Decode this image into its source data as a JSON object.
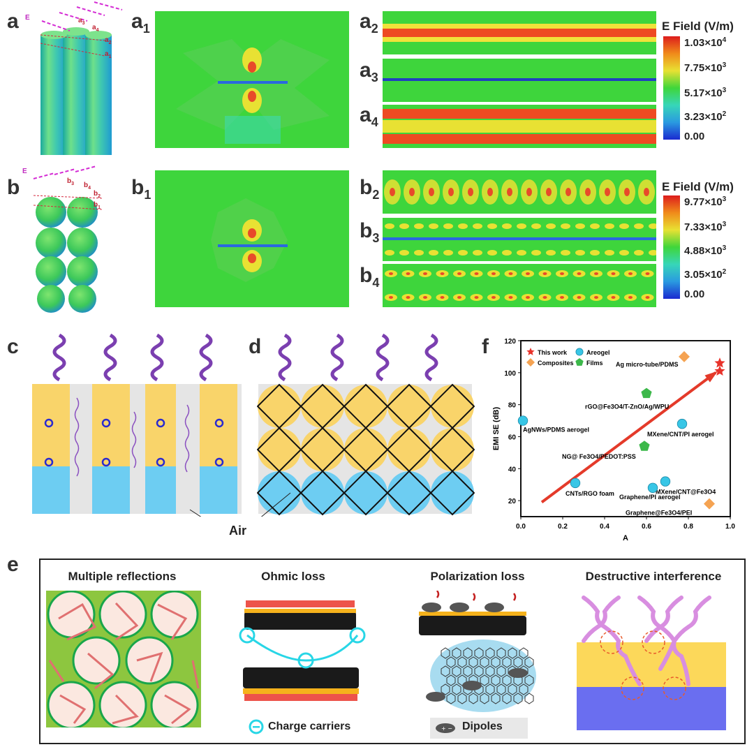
{
  "panels": {
    "a": "a",
    "a1": "a",
    "a2": "a",
    "a3": "a",
    "a4": "a",
    "b": "b",
    "b1": "b",
    "b2": "b",
    "b3": "b",
    "b4": "b",
    "c": "c",
    "d": "d",
    "e": "e",
    "f": "f"
  },
  "panel_subs": {
    "a1": "1",
    "a2": "2",
    "a3": "3",
    "a4": "4",
    "b1": "1",
    "b2": "2",
    "b3": "3",
    "b4": "4"
  },
  "schematic_labels": {
    "a_E": "E",
    "a_l1": "a",
    "a_l2": "a",
    "a_l3": "a",
    "a_l4": "a",
    "a_s1": "1",
    "a_s2": "2",
    "a_s3": "3",
    "a_s4": "4",
    "b_E": "E",
    "b_l1": "b",
    "b_l2": "b",
    "b_l3": "b",
    "b_l4": "b",
    "b_s1": "1",
    "b_s2": "2",
    "b_s3": "3",
    "b_s4": "4"
  },
  "colorbar_a": {
    "title": "E Field (V/m)",
    "ticks": [
      {
        "mant": "1.03×10",
        "exp": "4"
      },
      {
        "mant": "7.75×10",
        "exp": "3"
      },
      {
        "mant": "5.17×10",
        "exp": "3"
      },
      {
        "mant": "3.23×10",
        "exp": "2"
      },
      {
        "mant": "0.00",
        "exp": ""
      }
    ]
  },
  "colorbar_b": {
    "title": "E Field (V/m)",
    "ticks": [
      {
        "mant": "9.77×10",
        "exp": "3"
      },
      {
        "mant": "7.33×10",
        "exp": "3"
      },
      {
        "mant": "4.88×10",
        "exp": "3"
      },
      {
        "mant": "3.05×10",
        "exp": "2"
      },
      {
        "mant": "0.00",
        "exp": ""
      }
    ]
  },
  "colors": {
    "field_green": "#3ccf3a",
    "field_cyan": "#35d6b0",
    "yellow": "#f9d46a",
    "blue_block": "#6dcdf2",
    "purple": "#7b3fb0",
    "arrow_red": "#e43a2a"
  },
  "panel_c_d": {
    "air": "Air"
  },
  "panel_e": {
    "headings": [
      "Multiple reflections",
      "Ohmic loss",
      "Polarization loss",
      "Destructive interference"
    ],
    "charge_carriers": "Charge carriers",
    "dipoles": "Dipoles"
  },
  "chart_data": {
    "type": "scatter",
    "xlabel": "A",
    "ylabel": "EMI SE (dB)",
    "xlim": [
      0.0,
      1.0
    ],
    "ylim": [
      10,
      120
    ],
    "xticks": [
      "0.0",
      "0.2",
      "0.4",
      "0.6",
      "0.8",
      "1.0"
    ],
    "yticks": [
      "20",
      "40",
      "60",
      "80",
      "100",
      "120"
    ],
    "legend": [
      {
        "name": "This work",
        "marker": "star",
        "color": "#e8322a"
      },
      {
        "name": "Areogel",
        "marker": "circle",
        "color": "#38c6e6"
      },
      {
        "name": "Composites",
        "marker": "diamond",
        "color": "#f5a352"
      },
      {
        "name": "Films",
        "marker": "pentagon",
        "color": "#3cb84a"
      }
    ],
    "legend_position": "top-left",
    "points": [
      {
        "group": "This work",
        "x": 0.95,
        "y": 106,
        "label": ""
      },
      {
        "group": "This work",
        "x": 0.95,
        "y": 101,
        "label": ""
      },
      {
        "group": "Composites",
        "x": 0.78,
        "y": 110,
        "label": "Ag micro-tube/PDMS"
      },
      {
        "group": "Films",
        "x": 0.6,
        "y": 87,
        "label": "rGO@Fe3O4/T-ZnO/Ag/WPU"
      },
      {
        "group": "Areogel",
        "x": 0.01,
        "y": 70,
        "label": "AgNWs/PDMS aerogel"
      },
      {
        "group": "Areogel",
        "x": 0.77,
        "y": 68,
        "label": "MXene/CNT/PI aerogel"
      },
      {
        "group": "Films",
        "x": 0.59,
        "y": 54,
        "label": "NG@ Fe3O4/PEDOT:PSS"
      },
      {
        "group": "Areogel",
        "x": 0.26,
        "y": 31,
        "label": "CNTs/RGO foam"
      },
      {
        "group": "Areogel",
        "x": 0.69,
        "y": 32,
        "label": "MXene/CNT@Fe3O4"
      },
      {
        "group": "Areogel",
        "x": 0.63,
        "y": 28,
        "label": "Graphene/PI aerogel"
      },
      {
        "group": "Composites",
        "x": 0.9,
        "y": 18,
        "label": "Graphene@Fe3O4/PEI"
      }
    ],
    "trend_arrow": {
      "from": [
        0.1,
        19
      ],
      "to": [
        0.93,
        100
      ]
    }
  }
}
